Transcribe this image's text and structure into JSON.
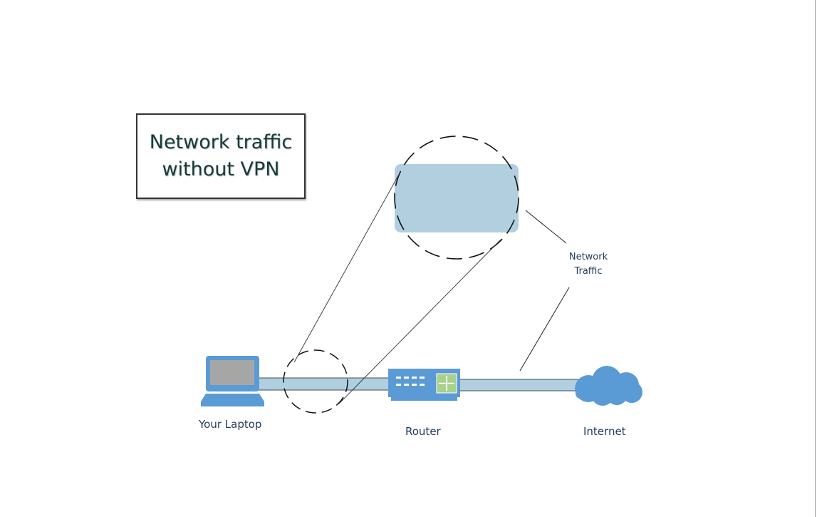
{
  "title": {
    "line1": "Network traffic",
    "line2": "without VPN"
  },
  "nodes": {
    "laptop": {
      "label": "Your Laptop",
      "icon": "laptop-icon"
    },
    "router": {
      "label": "Router",
      "icon": "router-icon"
    },
    "internet": {
      "label": "Internet",
      "icon": "cloud-icon"
    }
  },
  "callout": {
    "line1": "Network",
    "line2": "Traffic"
  },
  "colors": {
    "cable": "#b2cfdf",
    "device": "#5b9bd5",
    "router_panel": "#a9d18e",
    "title_text": "#163b3b",
    "label_text": "#1f3b5a"
  }
}
